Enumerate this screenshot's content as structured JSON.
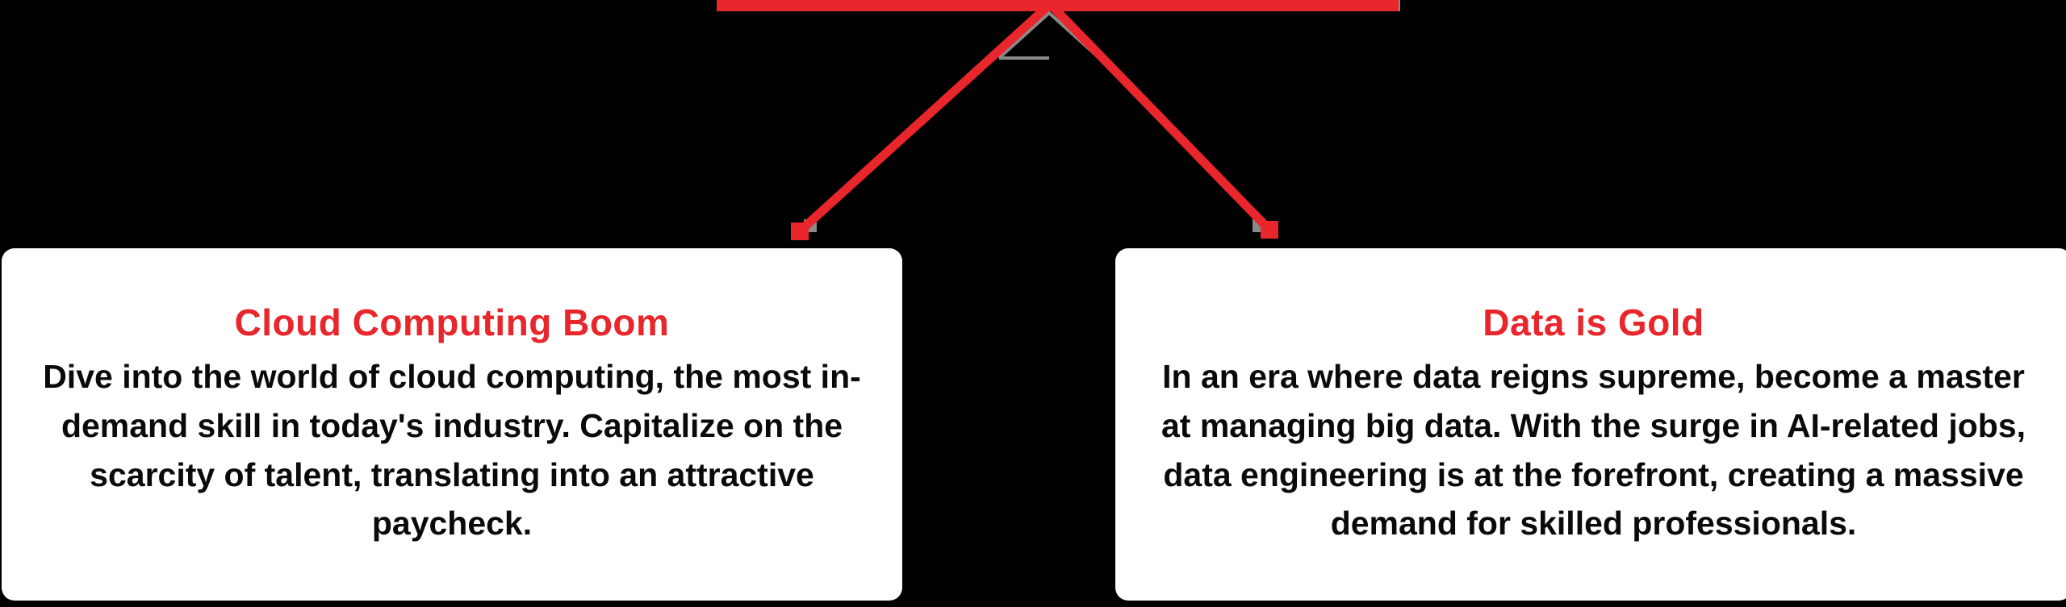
{
  "diagram": {
    "background_color": "#000000",
    "accent_color": "#e8262b",
    "shadow_color": "#8a8a8a",
    "card_background": "#ffffff",
    "cards": [
      {
        "title": "Cloud Computing Boom",
        "body": "Dive into the world of cloud computing, the most in-demand skill in today's industry. Capitalize on the scarcity of talent, translating into an attractive paycheck."
      },
      {
        "title": "Data is Gold",
        "body": "In an era where data reigns supreme, become a master at managing big data. With the surge in AI-related jobs, data engineering is at the forefront, creating a massive demand for skilled professionals."
      }
    ]
  }
}
